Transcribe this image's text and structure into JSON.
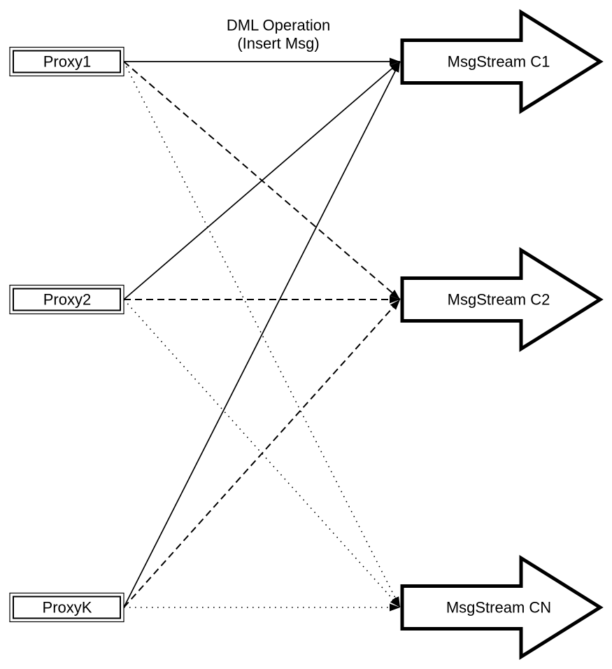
{
  "diagram": {
    "title": {
      "line1": "DML Operation",
      "line2": "(Insert Msg)"
    },
    "nodes": {
      "proxies": [
        {
          "label": "Proxy1"
        },
        {
          "label": "Proxy2"
        },
        {
          "label": "ProxyK"
        }
      ],
      "streams": [
        {
          "label": "MsgStream C1"
        },
        {
          "label": "MsgStream C2"
        },
        {
          "label": "MsgStream CN"
        }
      ]
    },
    "edges": [
      {
        "from": "Proxy1",
        "to": "MsgStream C1",
        "style": "solid"
      },
      {
        "from": "Proxy1",
        "to": "MsgStream C2",
        "style": "dashed"
      },
      {
        "from": "Proxy1",
        "to": "MsgStream CN",
        "style": "dotted"
      },
      {
        "from": "Proxy2",
        "to": "MsgStream C1",
        "style": "solid"
      },
      {
        "from": "Proxy2",
        "to": "MsgStream C2",
        "style": "dashed"
      },
      {
        "from": "Proxy2",
        "to": "MsgStream CN",
        "style": "dotted"
      },
      {
        "from": "ProxyK",
        "to": "MsgStream C1",
        "style": "solid"
      },
      {
        "from": "ProxyK",
        "to": "MsgStream C2",
        "style": "dashed"
      },
      {
        "from": "ProxyK",
        "to": "MsgStream CN",
        "style": "dotted"
      }
    ],
    "colors": {
      "stroke": "#000000",
      "fill": "#ffffff"
    }
  }
}
